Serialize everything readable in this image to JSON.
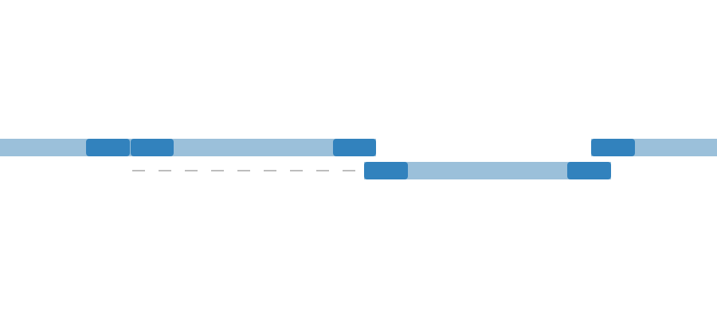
{
  "colors": {
    "track": "#9bc0da",
    "block": "#3282bd",
    "connector": "#bdbdbd",
    "background": "#ffffff"
  },
  "lanes": [
    {
      "id": "lane-upper",
      "segments": [
        {
          "name": "track-segment-a",
          "blocks": [
            "block-1",
            "block-2",
            "block-3"
          ]
        },
        {
          "name": "track-segment-c",
          "blocks": [
            "block-6"
          ]
        }
      ]
    },
    {
      "id": "lane-lower",
      "segments": [
        {
          "name": "track-segment-b",
          "blocks": [
            "block-4",
            "block-5"
          ]
        }
      ]
    }
  ],
  "connectors": [
    {
      "name": "dashed-connector",
      "from": "block-2",
      "to": "block-4",
      "style": "dashed"
    }
  ]
}
